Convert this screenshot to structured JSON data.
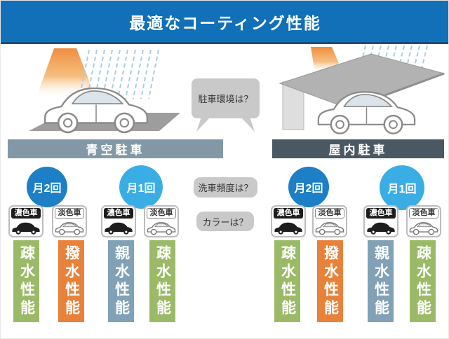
{
  "title": "最適なコーティング性能",
  "questions": {
    "parking": "駐車環境は？",
    "frequency": "洗車頻度は？",
    "color": "カラーは？"
  },
  "palette": {
    "header_blue": "#1170b8",
    "header_border": "#1b4c7f",
    "bubble_gray": "#c9c9c9",
    "freq2_blue": "#1d7fc6",
    "freq1_blue": "#3aaee4",
    "outdoor_banner": "#8398a7",
    "indoor_banner": "#4a5864",
    "hydrophobic_green": "#9bba67",
    "repellent_orange": "#e8823b",
    "hydrophilic_blue": "#80a1b6"
  },
  "icons": {
    "sun_beam": "orange-gradient-light-beam",
    "rain": "blue-dashed-rain-lines",
    "dark_car": "black-car-silhouette",
    "light_car": "white-outline-car",
    "carport": "gray-roof-panel"
  },
  "columns": [
    {
      "environment": "青空駐車",
      "banner_color": "#8398a7",
      "groups": [
        {
          "frequency": "月2回",
          "circle_color": "#1d7fc6",
          "items": [
            {
              "car_type": "濃色車",
              "tone": "dark",
              "performance": "疎水性能",
              "performance_color": "#9bba67"
            },
            {
              "car_type": "淡色車",
              "tone": "light",
              "performance": "撥水性能",
              "performance_color": "#e8823b"
            }
          ]
        },
        {
          "frequency": "月1回",
          "circle_color": "#3aaee4",
          "items": [
            {
              "car_type": "濃色車",
              "tone": "dark",
              "performance": "親水性能",
              "performance_color": "#80a1b6"
            },
            {
              "car_type": "淡色車",
              "tone": "light",
              "performance": "疎水性能",
              "performance_color": "#9bba67"
            }
          ]
        }
      ]
    },
    {
      "environment": "屋内駐車",
      "banner_color": "#4a5864",
      "groups": [
        {
          "frequency": "月2回",
          "circle_color": "#1d7fc6",
          "items": [
            {
              "car_type": "濃色車",
              "tone": "dark",
              "performance": "疎水性能",
              "performance_color": "#9bba67"
            },
            {
              "car_type": "淡色車",
              "tone": "light",
              "performance": "撥水性能",
              "performance_color": "#e8823b"
            }
          ]
        },
        {
          "frequency": "月1回",
          "circle_color": "#3aaee4",
          "items": [
            {
              "car_type": "濃色車",
              "tone": "dark",
              "performance": "親水性能",
              "performance_color": "#80a1b6"
            },
            {
              "car_type": "淡色車",
              "tone": "light",
              "performance": "疎水性能",
              "performance_color": "#9bba67"
            }
          ]
        }
      ]
    }
  ]
}
